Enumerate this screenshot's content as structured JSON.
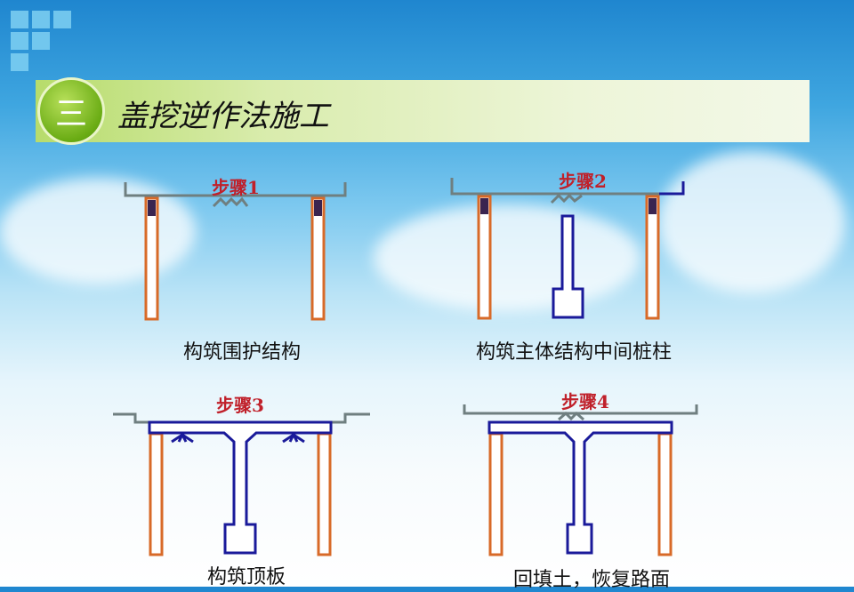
{
  "header": {
    "number": "三",
    "title": "盖挖逆作法施工"
  },
  "steps": [
    {
      "label": "步骤1",
      "caption": "构筑围护结构"
    },
    {
      "label": "步骤2",
      "caption": "构筑主体结构中间桩柱"
    },
    {
      "label": "步骤3",
      "caption": "构筑顶板"
    },
    {
      "label": "步骤4",
      "caption": "回填土，恢复路面"
    }
  ],
  "colors": {
    "pile": "#d86a28",
    "structure": "#1a1a9a",
    "ground": "#6f7f80",
    "label": "#c0202a",
    "title_bar": "#b7dc6b"
  }
}
